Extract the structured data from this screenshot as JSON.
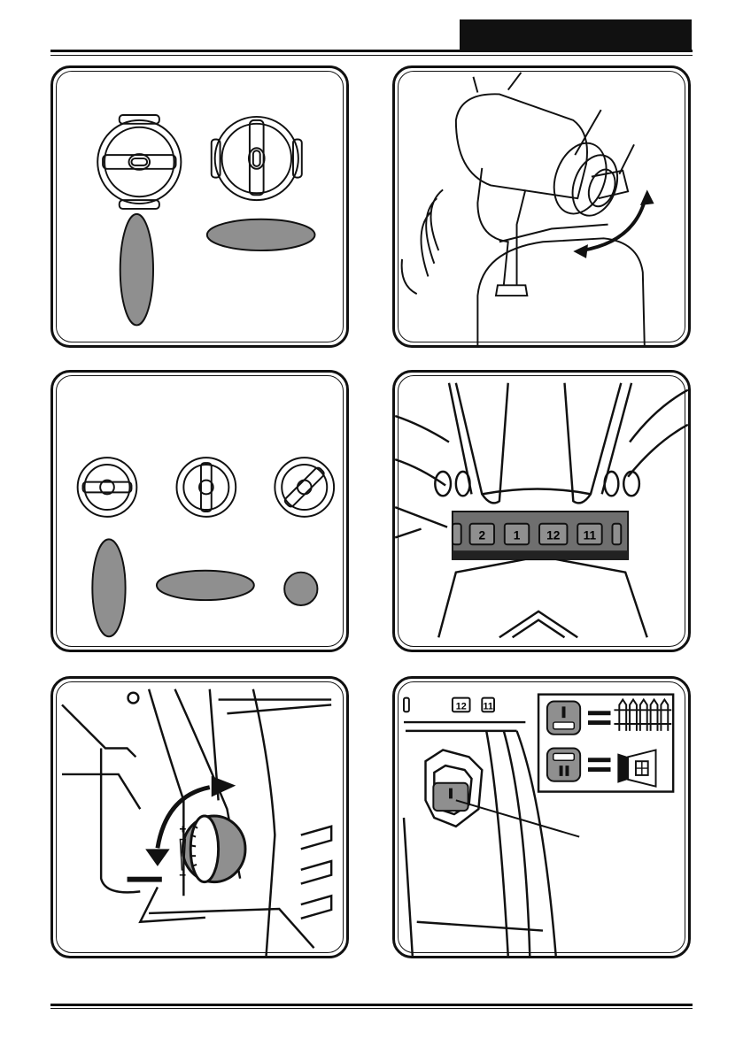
{
  "page": {
    "header_tab_text": "",
    "footer_text": ""
  },
  "figures": {
    "fig1": {
      "description_label": ""
    },
    "fig4": {
      "segments": [
        "2",
        "1",
        "12",
        "11"
      ]
    },
    "fig6": {
      "segments": [
        "12",
        "11"
      ]
    }
  },
  "colors": {
    "ink": "#111111",
    "pattern_fill": "#8f8f8f",
    "panel_border": "#111111"
  }
}
